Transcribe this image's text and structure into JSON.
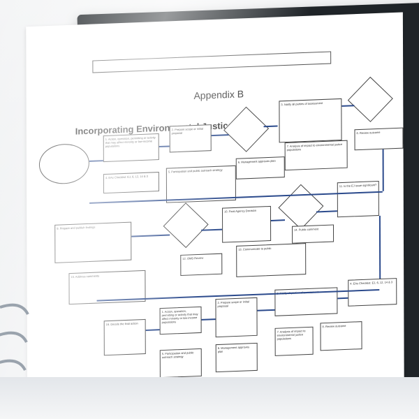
{
  "document": {
    "heading": "Appendix B",
    "subheading": "Incorporating Environmental Justice",
    "steps": [
      {
        "label": "1. Action, operation, permitting or activity that may affect minority or low-income populations"
      },
      {
        "label": "2. Prepare scope or initial proposal"
      },
      {
        "label": "3. Notify all parties of assessment"
      },
      {
        "label": "4. EAs Checklist: EJ, 6, 12, 14 &amp; 3"
      },
      {
        "label": "5. Participation and public outreach strategy"
      },
      {
        "label": "6. Management approves plan"
      },
      {
        "label": "7. Analysis of impact to environmental justice populations"
      },
      {
        "label": "8. Review outcome"
      },
      {
        "label": "9. Prepare and publish findings"
      },
      {
        "label": "10. Final Agency Decision"
      },
      {
        "label": "11. Is the EJ issue significant?"
      },
      {
        "label": "12. OMB Review"
      },
      {
        "label": "13. Communicate to public"
      },
      {
        "label": "14. Public comment"
      },
      {
        "label": "15. Address comments"
      },
      {
        "label": "16. Decide the final action"
      }
    ]
  }
}
